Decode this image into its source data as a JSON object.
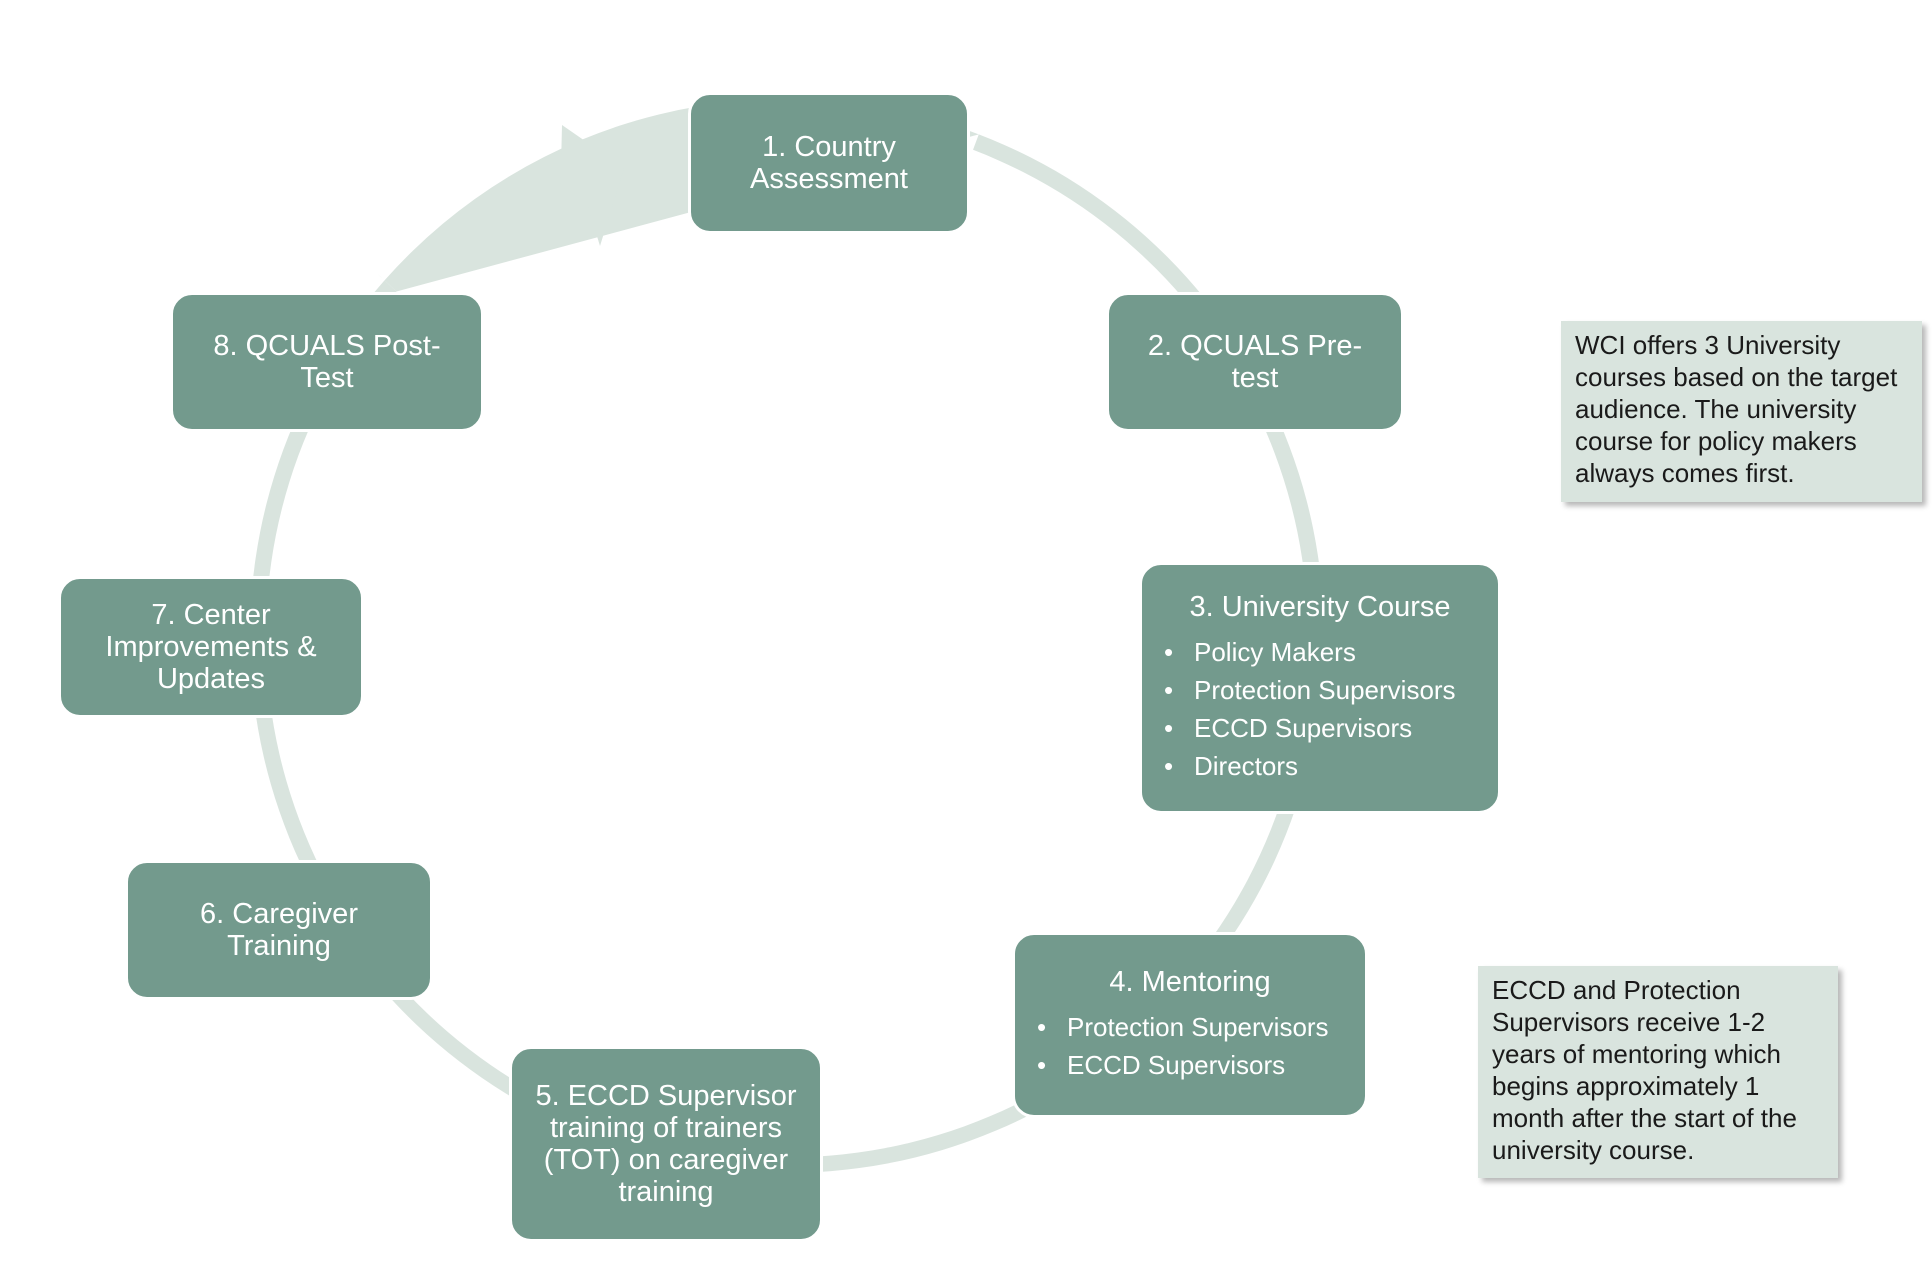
{
  "colors": {
    "box_fill": "#739a8d",
    "box_text": "#ffffff",
    "ring": "#d9e4de",
    "note_fill": "#d9e4de",
    "note_text": "#1a1a1a"
  },
  "steps": [
    {
      "title": "1. Country Assessment",
      "items": []
    },
    {
      "title": "2. QCUALS Pre-test",
      "items": []
    },
    {
      "title": "3. University Course",
      "items": [
        "Policy Makers",
        "Protection Supervisors",
        "ECCD Supervisors",
        "Directors"
      ]
    },
    {
      "title": "4. Mentoring",
      "items": [
        "Protection Supervisors",
        "ECCD Supervisors"
      ]
    },
    {
      "title": "5. ECCD Supervisor training of trainers (TOT) on caregiver training",
      "items": []
    },
    {
      "title": "6. Caregiver Training",
      "items": []
    },
    {
      "title": "7. Center Improvements & Updates",
      "items": []
    },
    {
      "title": "8. QCUALS Post-Test",
      "items": []
    }
  ],
  "notes": {
    "university": "WCI offers 3 University courses based on the target audience. The university course for policy makers always comes first.",
    "mentoring": "ECCD and Protection Supervisors receive 1-2 years of mentoring which begins approximately 1 month after the start of the university course."
  }
}
